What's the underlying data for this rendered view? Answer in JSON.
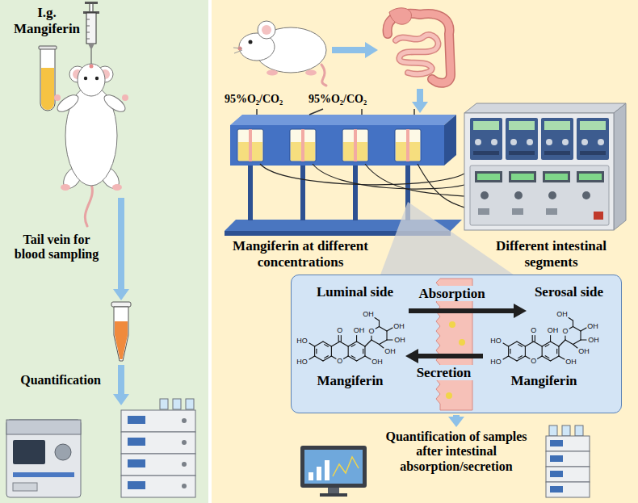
{
  "diagram": {
    "nodes": [
      {
        "text": [
          "I.g. Mangiferin",
          "Tail vein for blood sampling",
          "Quantification"
        ]
      },
      {
        "text": [
          "95%O₂/CO₂",
          "95%O₂/CO₂",
          "Mangiferin at different concentrations",
          "Different intestinal segments",
          "Quantification of samples after intestinal absorption/secretion"
        ]
      },
      {
        "text": [
          "Luminal side",
          "Serosal side",
          "Absorption",
          "Secretion",
          "Mangiferin",
          "Mangiferin"
        ],
        "in": 1
      }
    ],
    "labels": [
      "O",
      "OH",
      "HO",
      "HO",
      "O",
      "OH",
      "O",
      "OH",
      "OH",
      "OH",
      "OH",
      "O",
      "OH",
      "HO",
      "HO",
      "O",
      "OH",
      "O",
      "OH",
      "OH",
      "OH",
      "OH"
    ]
  }
}
